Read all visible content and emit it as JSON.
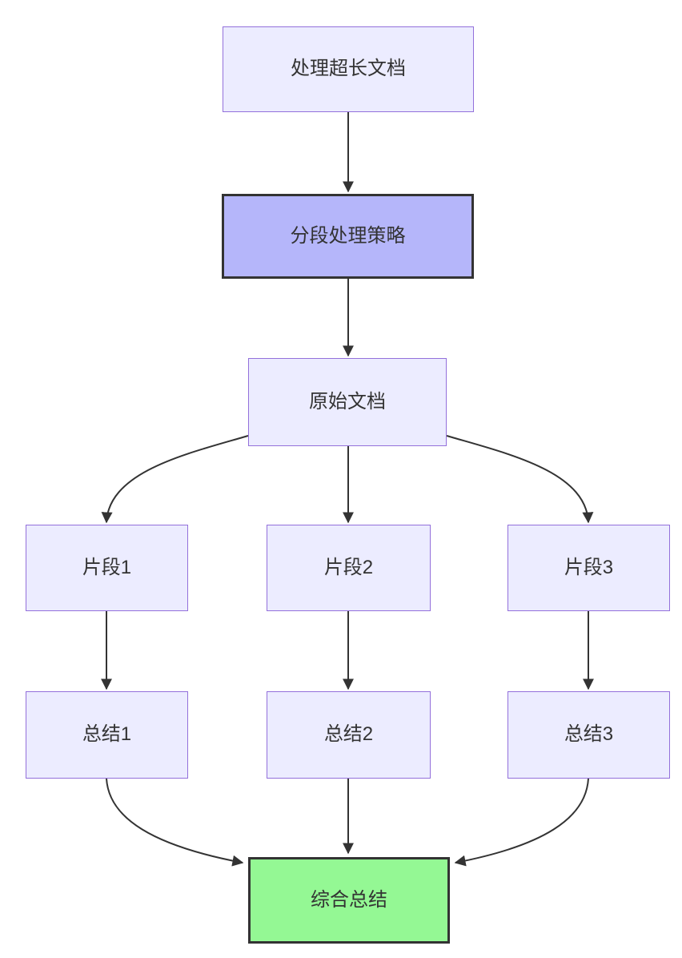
{
  "diagram": {
    "type": "flowchart",
    "direction": "top-down",
    "nodes": [
      {
        "id": "process",
        "label": "处理超长文档",
        "style": "default"
      },
      {
        "id": "strategy",
        "label": "分段处理策略",
        "style": "highlight"
      },
      {
        "id": "original",
        "label": "原始文档",
        "style": "default"
      },
      {
        "id": "fragment1",
        "label": "片段1",
        "style": "default"
      },
      {
        "id": "fragment2",
        "label": "片段2",
        "style": "default"
      },
      {
        "id": "fragment3",
        "label": "片段3",
        "style": "default"
      },
      {
        "id": "summary1",
        "label": "总结1",
        "style": "default"
      },
      {
        "id": "summary2",
        "label": "总结2",
        "style": "default"
      },
      {
        "id": "summary3",
        "label": "总结3",
        "style": "default"
      },
      {
        "id": "final",
        "label": "综合总结",
        "style": "success"
      }
    ],
    "edges": [
      {
        "from": "process",
        "to": "strategy"
      },
      {
        "from": "strategy",
        "to": "original"
      },
      {
        "from": "original",
        "to": "fragment1"
      },
      {
        "from": "original",
        "to": "fragment2"
      },
      {
        "from": "original",
        "to": "fragment3"
      },
      {
        "from": "fragment1",
        "to": "summary1"
      },
      {
        "from": "fragment2",
        "to": "summary2"
      },
      {
        "from": "fragment3",
        "to": "summary3"
      },
      {
        "from": "summary1",
        "to": "final"
      },
      {
        "from": "summary2",
        "to": "final"
      },
      {
        "from": "summary3",
        "to": "final"
      }
    ],
    "colors": {
      "node_fill": "#ECECFF",
      "node_border": "#9370DB",
      "highlight_fill": "#B5B6FA",
      "highlight_border": "#333333",
      "success_fill": "#94F894",
      "success_border": "#333333",
      "edge": "#333333",
      "text": "#333333",
      "bg": "#FFFFFF"
    }
  }
}
